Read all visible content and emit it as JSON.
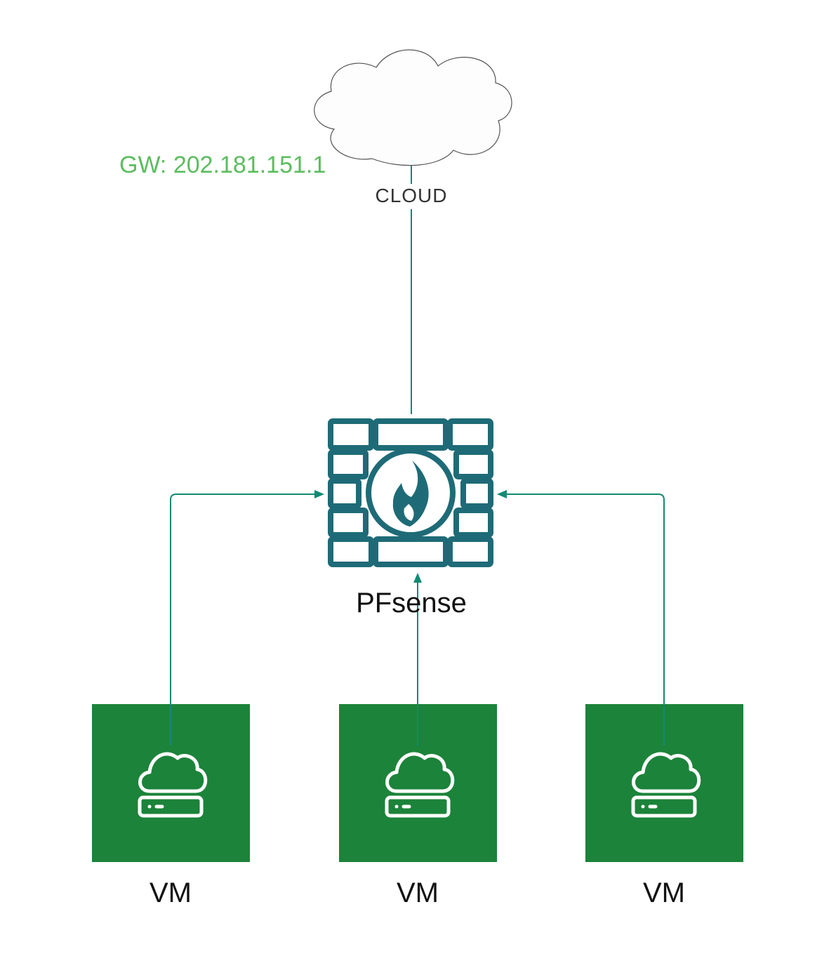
{
  "diagram": {
    "gateway_label": "GW: 202.181.151.1",
    "cloud": {
      "label": "CLOUD",
      "icon": "cloud-icon"
    },
    "firewall": {
      "label": "PFsense",
      "icon": "firewall-icon"
    },
    "vms": [
      {
        "label": "VM",
        "icon": "cloud-server-icon"
      },
      {
        "label": "VM",
        "icon": "cloud-server-icon"
      },
      {
        "label": "VM",
        "icon": "cloud-server-icon"
      }
    ],
    "colors": {
      "connector": "#128a73",
      "firewall": "#1e6b77",
      "vm_fill": "#1c833a",
      "gateway_text": "#5cbd5f",
      "cloud_stroke": "#555555"
    }
  }
}
